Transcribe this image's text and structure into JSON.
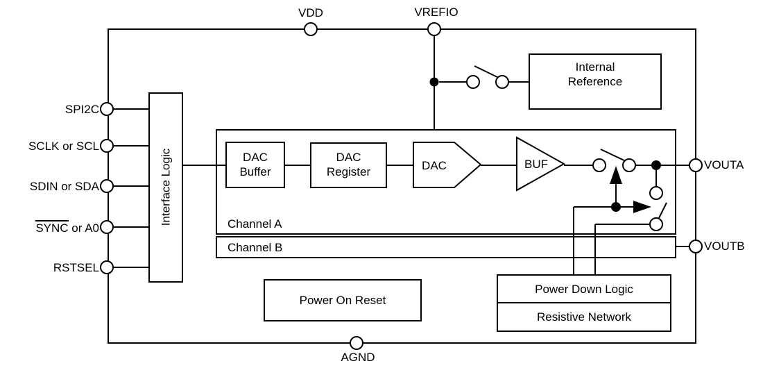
{
  "figure": {
    "background": "#ffffff",
    "line_color": "#000000",
    "pins": {
      "vdd": "VDD",
      "vrefio": "VREFIO",
      "spi2c": "SPI2C",
      "sclk": "SCLK or SCL",
      "sdin": "SDIN or SDA",
      "sync_overlined": "SYNC",
      "sync_rest": " or A0",
      "rstsel": "RSTSEL",
      "vouta": "VOUTA",
      "voutb": "VOUTB",
      "agnd": "AGND"
    },
    "blocks": {
      "interface_logic": "Interface Logic",
      "dac_buffer": [
        "DAC",
        "Buffer"
      ],
      "dac_register": [
        "DAC",
        "Register"
      ],
      "dac": "DAC",
      "buf": "BUF",
      "internal_reference": [
        "Internal",
        "Reference"
      ],
      "channel_a": "Channel A",
      "channel_b": "Channel B",
      "power_on_reset": "Power On Reset",
      "power_down_logic": "Power Down Logic",
      "resistive_network": "Resistive Network"
    }
  }
}
